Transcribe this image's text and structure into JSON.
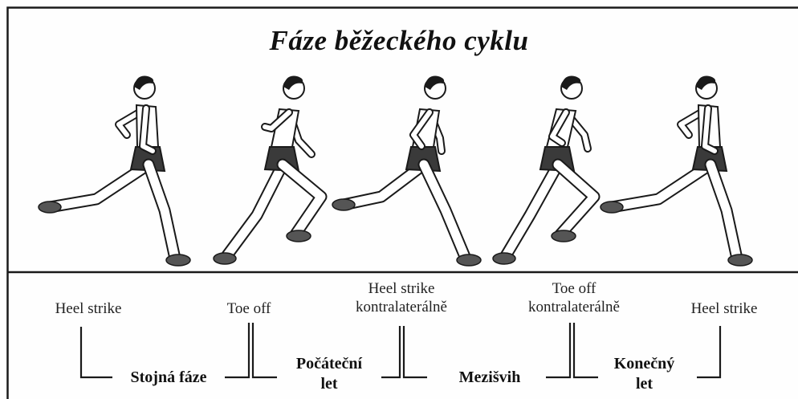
{
  "title": "Fáze běžeckého cyklu",
  "events": [
    {
      "line1": "Heel strike",
      "line2": ""
    },
    {
      "line1": "Toe off",
      "line2": ""
    },
    {
      "line1": "Heel strike",
      "line2": "kontralaterálně"
    },
    {
      "line1": "Toe off",
      "line2": "kontralaterálně"
    },
    {
      "line1": "Heel strike",
      "line2": ""
    }
  ],
  "phases": [
    {
      "line1": "Stojná fáze",
      "line2": ""
    },
    {
      "line1": "Počáteční",
      "line2": "let"
    },
    {
      "line1": "Mezišvih",
      "line2": ""
    },
    {
      "line1": "Konečný",
      "line2": "let"
    }
  ],
  "runners": [
    {
      "pose": "heel-strike"
    },
    {
      "pose": "toe-off"
    },
    {
      "pose": "heel-strike-contralateral"
    },
    {
      "pose": "toe-off-contralateral"
    },
    {
      "pose": "heel-strike"
    }
  ],
  "colors": {
    "ink": "#1a1a1a",
    "shorts": "#3a3a3a",
    "background": "#ffffff"
  }
}
